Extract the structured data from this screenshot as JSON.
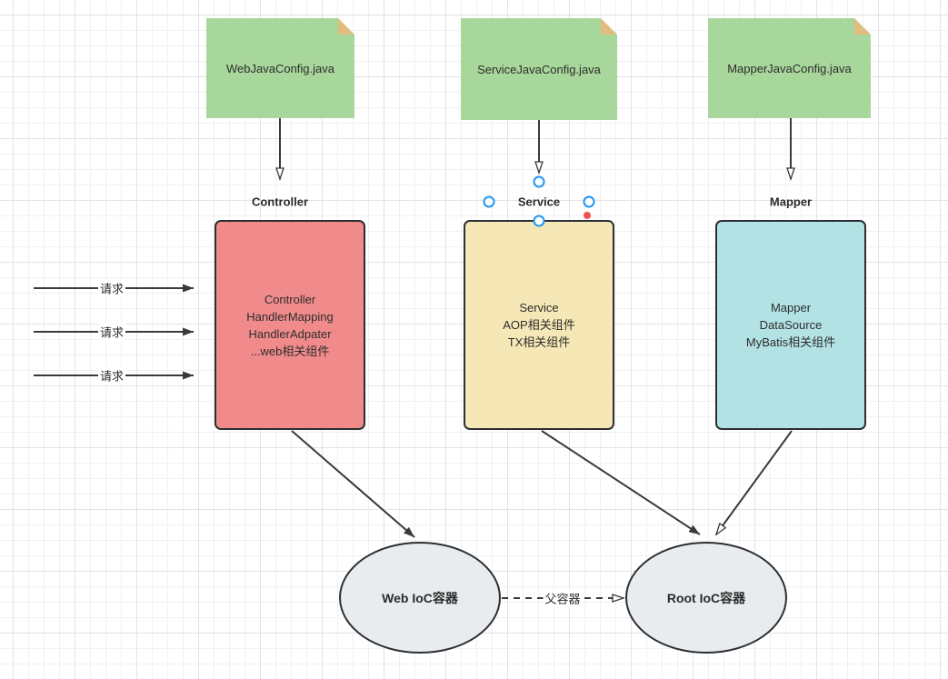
{
  "files": [
    {
      "label": "WebJavaConfig.java"
    },
    {
      "label": "ServiceJavaConfig.java"
    },
    {
      "label": "MapperJavaConfig.java"
    }
  ],
  "boxes": {
    "controller": {
      "title": "Controller",
      "lines": [
        "Controller",
        "HandlerMapping",
        "HandlerAdpater",
        "...web相关组件"
      ]
    },
    "service": {
      "title": "Service",
      "lines": [
        "Service",
        "AOP相关组件",
        "TX相关组件"
      ]
    },
    "mapper": {
      "title": "Mapper",
      "lines": [
        "Mapper",
        "DataSource",
        "MyBatis相关组件"
      ]
    }
  },
  "containers": {
    "web": {
      "label": "Web IoC容器"
    },
    "root": {
      "label": "Root IoC容器"
    }
  },
  "edges": {
    "request_label": "请求",
    "parent_label": "父容器"
  },
  "colors": {
    "file_fill": "#a8d79b",
    "file_fold": "#e0bd7e",
    "controller_fill": "#f18b8b",
    "service_fill": "#f6e8b6",
    "mapper_fill": "#b3e2e5",
    "ellipse_fill": "#e8ecee",
    "shape_stroke": "#2b2f33",
    "line_stroke": "#3a3a3a",
    "grid_minor": "#f1f1f4",
    "grid_major": "#e3e3e7",
    "selection_handle": "#2196f3",
    "fixed_point": "#ef5350"
  }
}
